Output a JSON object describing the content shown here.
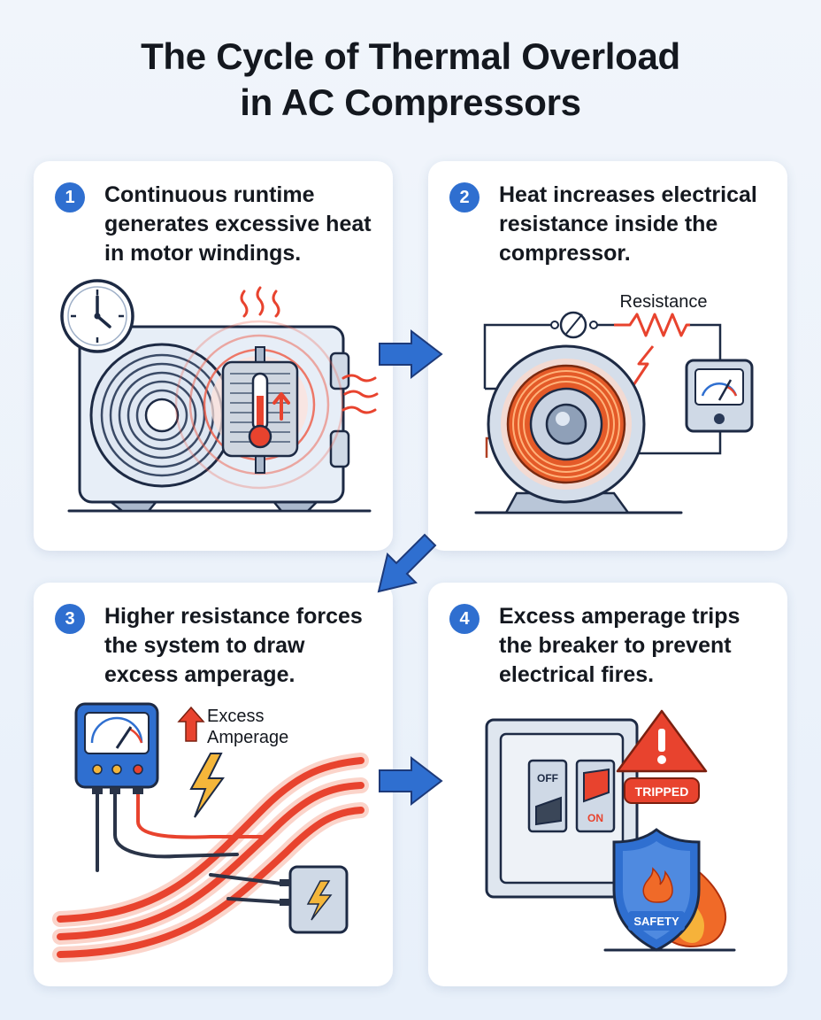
{
  "title": {
    "line1": "The Cycle of Thermal Overload",
    "line2": "in AC Compressors"
  },
  "steps": [
    {
      "number": "1",
      "text": "Continuous runtime generates excessive heat in motor windings."
    },
    {
      "number": "2",
      "text": "Heat increases electrical resistance inside the compressor."
    },
    {
      "number": "3",
      "text": "Higher resistance forces the system to draw excess amperage."
    },
    {
      "number": "4",
      "text": "Excess amperage trips the breaker to prevent electrical fires."
    }
  ],
  "labels": {
    "resistance": "Resistance",
    "excess_line1": "Excess",
    "excess_line2": "Amperage",
    "off": "OFF",
    "on": "ON",
    "tripped": "TRIPPED",
    "safety": "SAFETY"
  },
  "colors": {
    "accent_blue": "#2f6fd0",
    "heat_red": "#e8432e",
    "wire_orange": "#e0602a",
    "background": "#eef3fa"
  },
  "icons": [
    "clock-icon",
    "ac-unit-icon",
    "thermometer-icon",
    "motor-icon",
    "ammeter-icon",
    "lightning-icon",
    "breaker-panel-icon",
    "warning-icon",
    "shield-icon",
    "fire-icon"
  ]
}
